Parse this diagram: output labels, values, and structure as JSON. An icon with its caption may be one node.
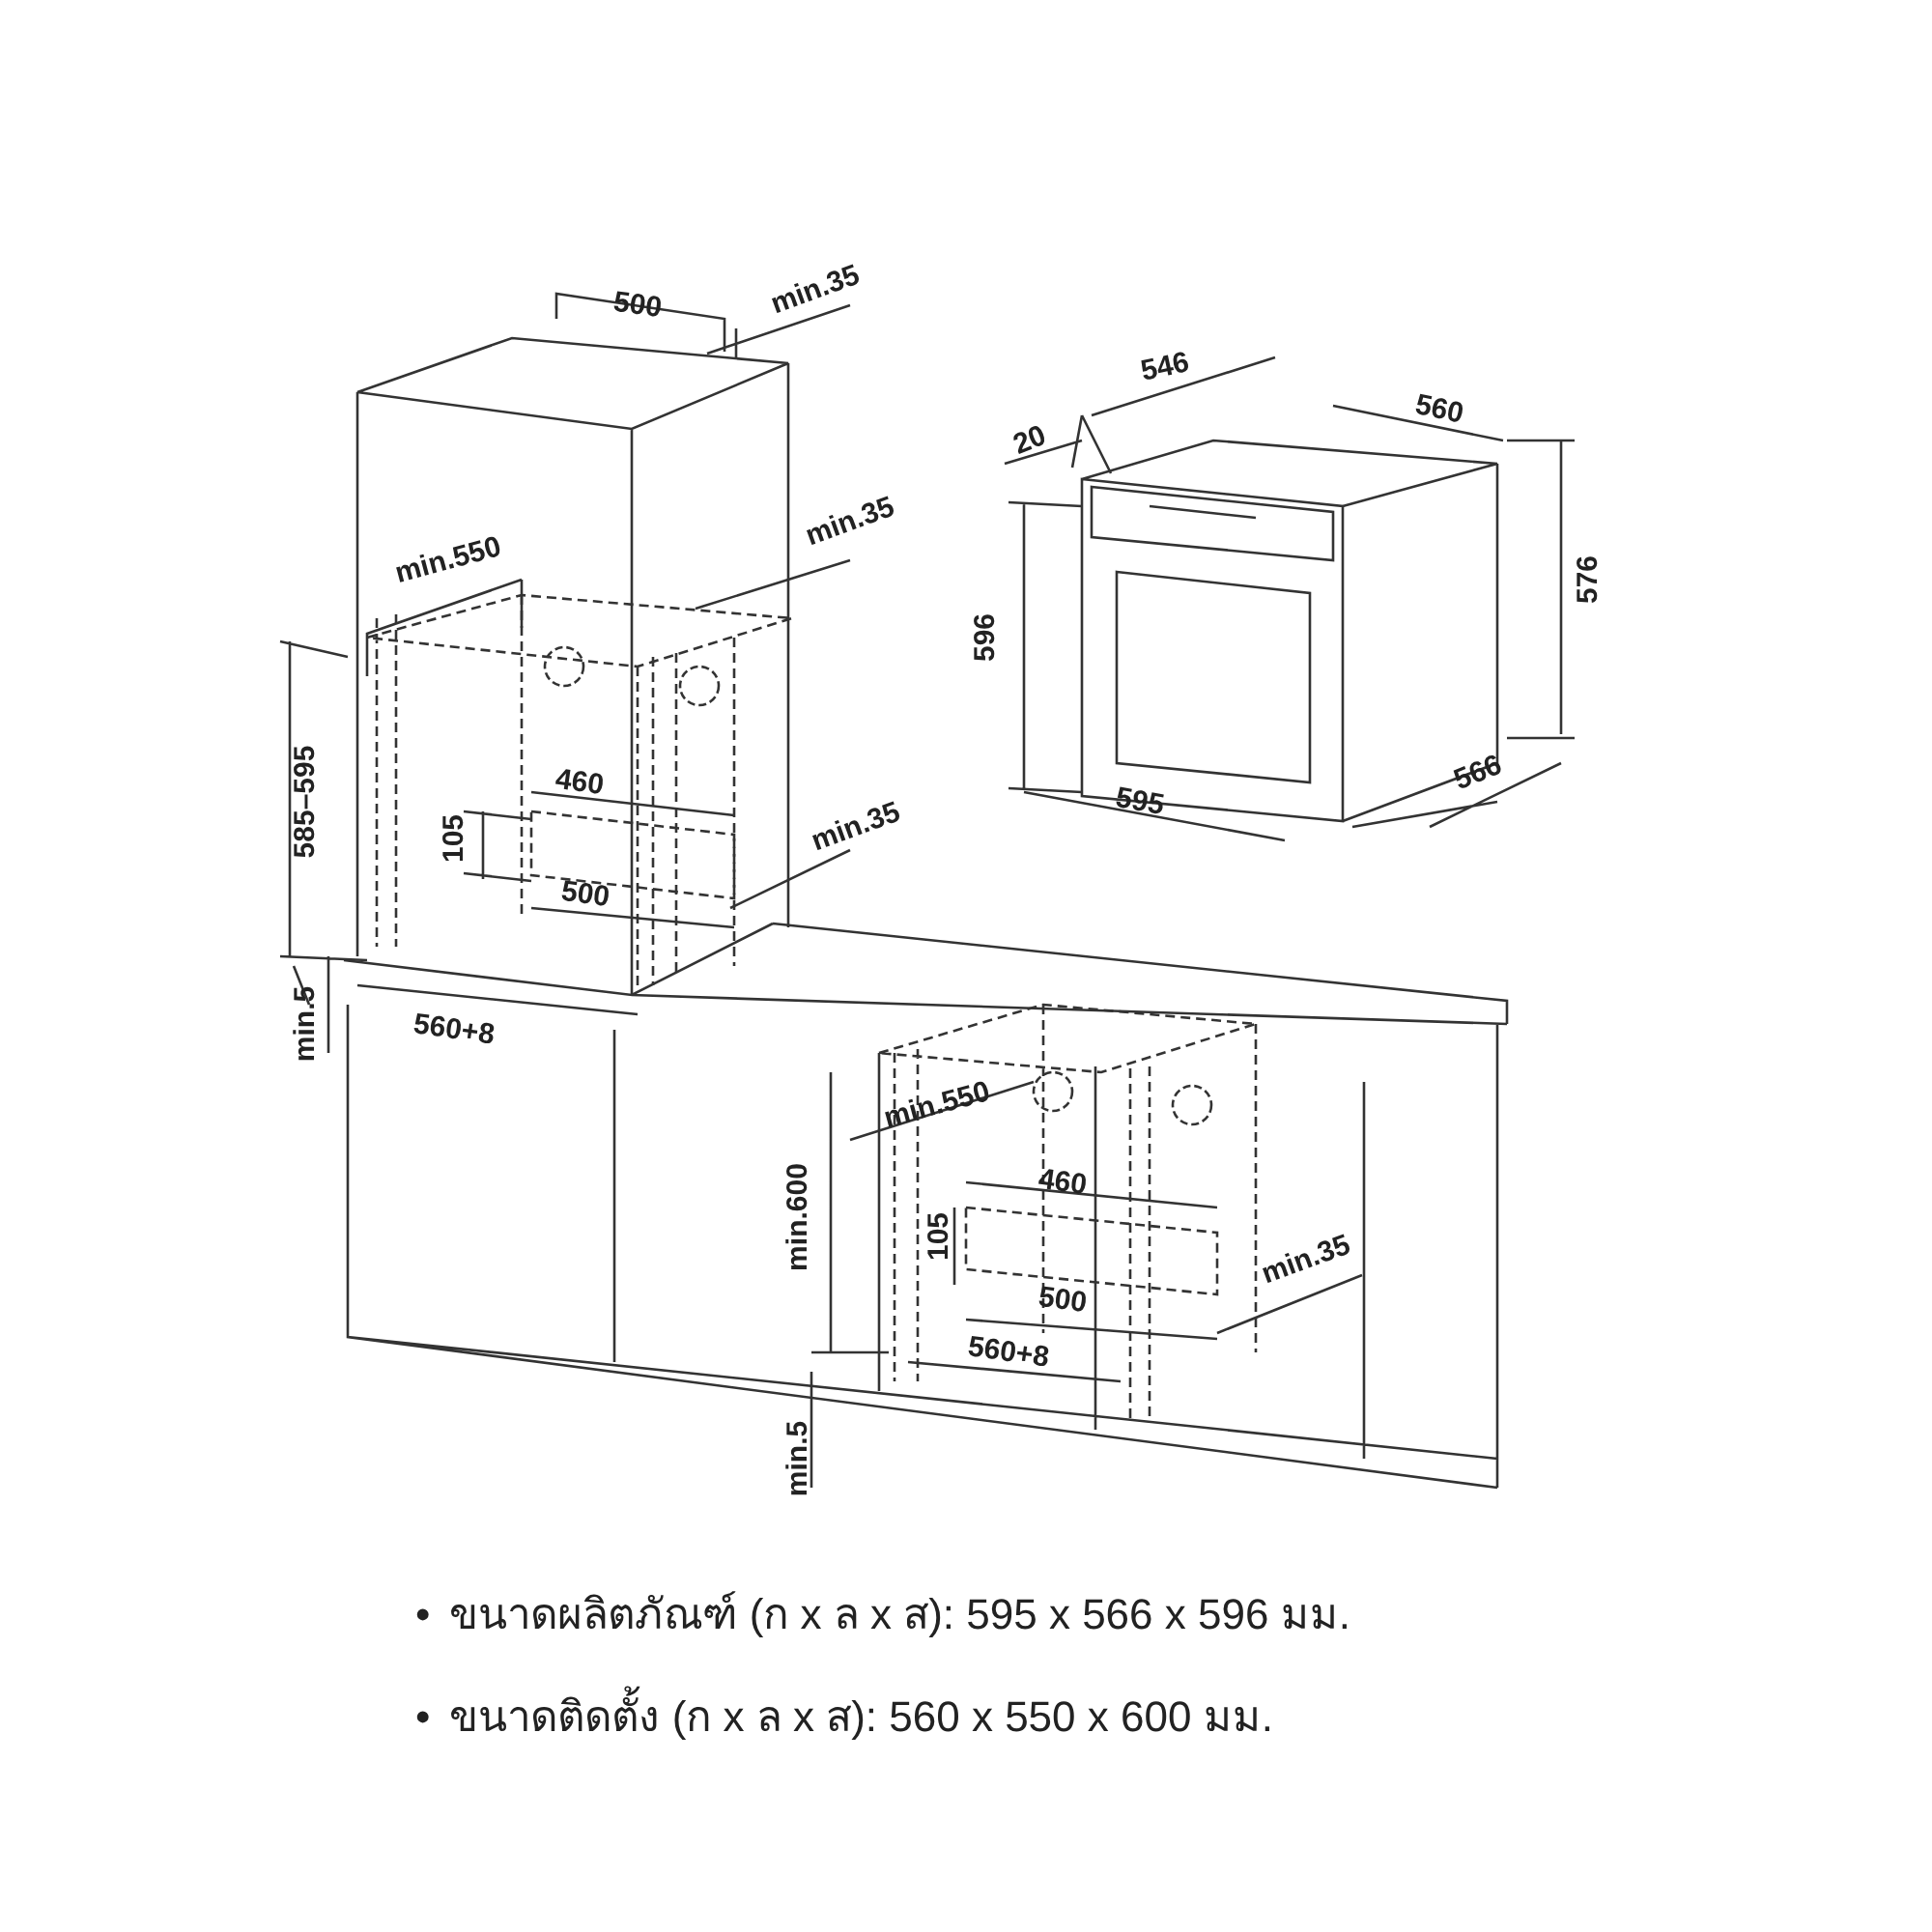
{
  "diagram": {
    "labels": [
      "500",
      "min.35",
      "546",
      "20",
      "560",
      "min.35",
      "576",
      "min.550",
      "596",
      "585–595",
      "460",
      "105",
      "min.35",
      "500",
      "595",
      "566",
      "min.5",
      "560+8",
      "min.550",
      "min.600",
      "460",
      "105",
      "min.35",
      "500",
      "560+8",
      "min.5",
      "•",
      "ขนาดผลิตภัณฑ์ (ก x ล x ส): 595 x 566 x 596 มม.",
      "•",
      "ขนาดติดตั้ง (ก x ล x ส): 560 x 550 x 600 มม."
    ]
  }
}
